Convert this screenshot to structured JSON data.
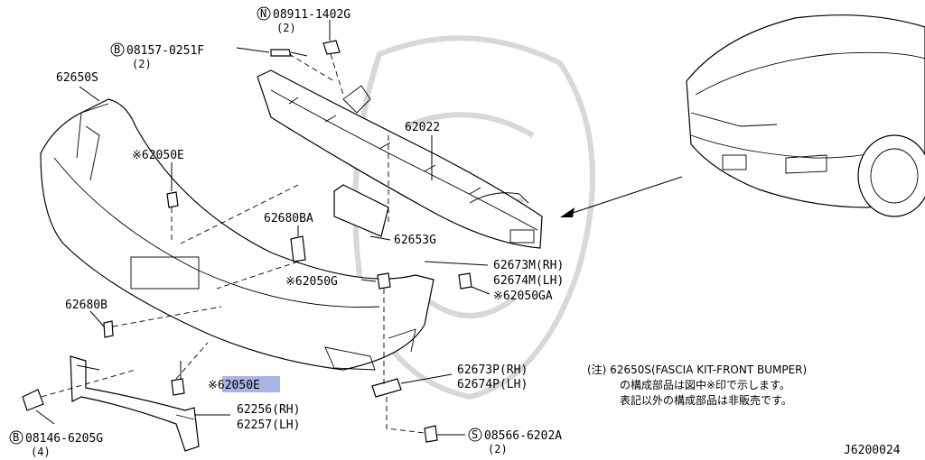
{
  "callouts": {
    "c1": {
      "label": "08911-1402G",
      "qty": "(2)",
      "prefix": "N"
    },
    "c2": {
      "label": "08157-0251F",
      "qty": "(2)",
      "prefix": "B"
    },
    "c3": {
      "label": "62650S"
    },
    "c4": {
      "label": "62022"
    },
    "c5": {
      "label": "※62050E"
    },
    "c6": {
      "label": "62680BA"
    },
    "c7": {
      "label": "62653G"
    },
    "c8": {
      "label": "62673M(RH)"
    },
    "c9": {
      "label": "62674M(LH)"
    },
    "c10": {
      "label": "※62050G"
    },
    "c11": {
      "label": "※62050GA"
    },
    "c12": {
      "label": "62680B"
    },
    "c13": {
      "label": "※62050E",
      "highlighted": true,
      "highlight_color": "#aab4e6"
    },
    "c14": {
      "label": "62673P(RH)"
    },
    "c15": {
      "label": "62674P(LH)"
    },
    "c16": {
      "label": "62256(RH)"
    },
    "c17": {
      "label": "62257(LH)"
    },
    "c18": {
      "label": "08146-6205G",
      "qty": "(4)",
      "prefix": "B"
    },
    "c19": {
      "label": "08566-6202A",
      "qty": "(2)",
      "prefix": "S"
    }
  },
  "notes": {
    "line1": "(注) 62650S(FASCIA KIT-FRONT BUMPER)",
    "line2": "の構成部品は図中※印で示します。",
    "line3": "表記以外の構成部品は非販売です。"
  },
  "diagram_id": "J6200024"
}
